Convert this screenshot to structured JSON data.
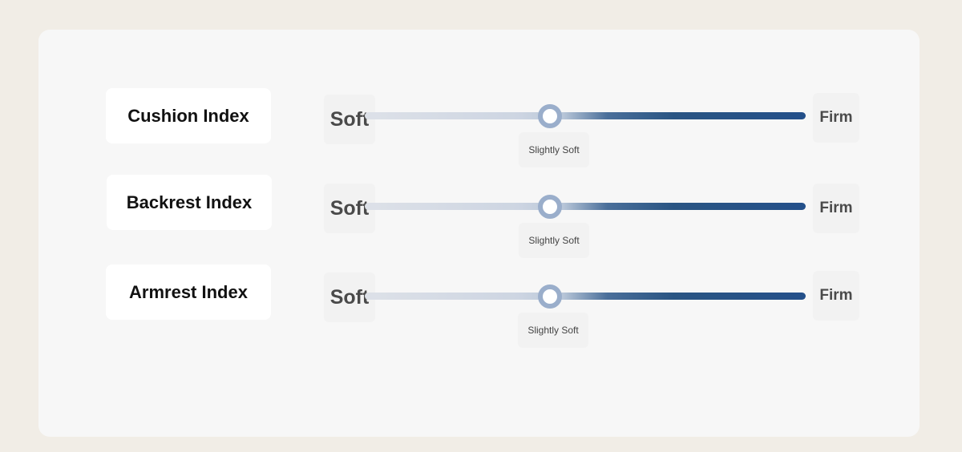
{
  "colors": {
    "page_background": "#f1ede6",
    "panel_background": "#f7f7f7",
    "card_background": "#ffffff",
    "track_start": "#dde1e8",
    "track_end": "#24508a",
    "thumb_ring": "#9aaecb"
  },
  "sliders": [
    {
      "label": "Cushion Index",
      "min_label": "Soft",
      "max_label": "Firm",
      "value_label": "Slightly Soft",
      "value_fraction": 0.42
    },
    {
      "label": "Backrest Index",
      "min_label": "Soft",
      "max_label": "Firm",
      "value_label": "Slightly Soft",
      "value_fraction": 0.42
    },
    {
      "label": "Armrest Index",
      "min_label": "Soft",
      "max_label": "Firm",
      "value_label": "Slightly Soft",
      "value_fraction": 0.42
    }
  ]
}
